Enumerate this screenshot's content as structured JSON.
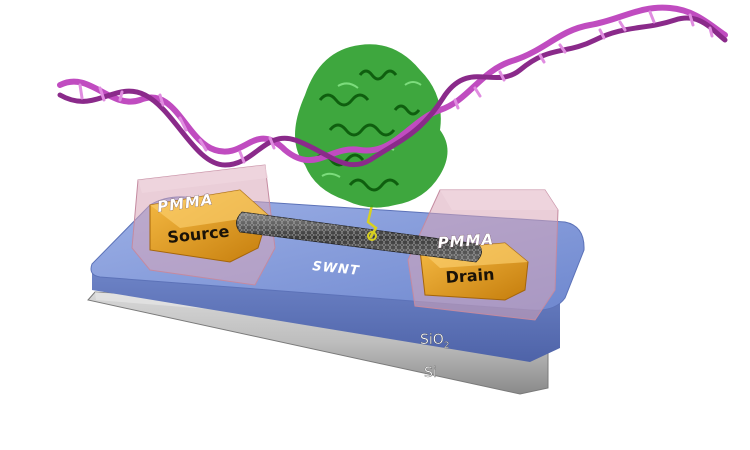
{
  "labels": {
    "pmma_left": "PMMA",
    "pmma_right": "PMMA",
    "source": "Source",
    "drain": "Drain",
    "swnt": "SWNT",
    "sio2_main": "SiO",
    "sio2_sub": "2",
    "si": "Si"
  },
  "colors": {
    "dna": "#c04cc0",
    "dna_dark": "#8a2a8a",
    "protein": "#2ea02e",
    "protein_dark": "#156e15",
    "contact": "#e39a1e",
    "pmma": "#d9a6b8",
    "sio2": "#7f97d9",
    "si": "#b8b8b8",
    "nanotube": "#555555",
    "linker": "#d8d020"
  }
}
